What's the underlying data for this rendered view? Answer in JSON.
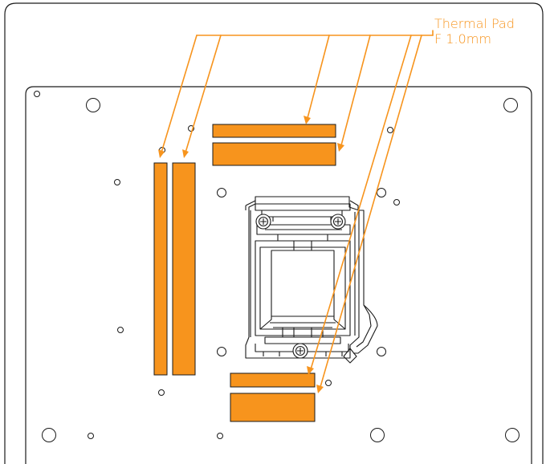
{
  "label": {
    "line1": "Thermal Pad",
    "line2": "F 1.0mm"
  },
  "colors": {
    "pad": "#f7941d",
    "leader": "#f7941d",
    "outline": "#1a1a1a",
    "background": "#ffffff"
  },
  "icons": {
    "screw_hole": "circle-outline",
    "socket_screw": "cross-head-screw"
  }
}
